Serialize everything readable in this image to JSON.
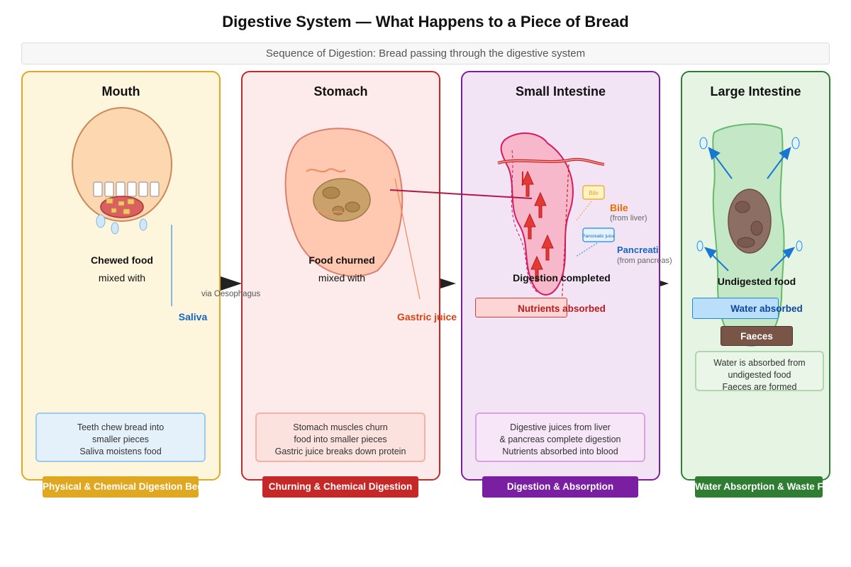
{
  "title": "Digestive System — What Happens to a Piece of Bread",
  "subtitle": "Sequence of Digestion: Bread passing through the digestive system",
  "connector_label": "via Oesophagus",
  "colors": {
    "mouth_border": "#e0a820",
    "stomach_border": "#c62828",
    "small_border": "#7b1fa2",
    "large_border": "#2e7d32",
    "saliva": "#1565c0",
    "gastric": "#d84315",
    "bile": "#ef6c00",
    "pancreatic": "#1565c0"
  },
  "mouth": {
    "title": "Mouth",
    "label_line1": "Chewed food",
    "label_line2": "mixed with",
    "juice": "Saliva",
    "desc": [
      "Teeth chew bread into",
      "smaller pieces",
      "Saliva moistens food"
    ],
    "badge": "Physical & Chemical Digestion Begins"
  },
  "stomach": {
    "title": "Stomach",
    "label_line1": "Food churned",
    "label_line2": "mixed with",
    "juice": "Gastric juice",
    "desc": [
      "Stomach muscles churn",
      "food into smaller pieces",
      "Gastric juice breaks down protein"
    ],
    "badge": "Churning & Chemical Digestion"
  },
  "small_intestine": {
    "title": "Small Intestine",
    "bile_tag": "Bile",
    "pancreatic_tag": "Pancreatic juice",
    "bile_label": "Bile",
    "bile_source": "(from liver)",
    "pancreatic_label": "Pancreatic juice",
    "pancreatic_source": "(from pancreas)",
    "status": "Digestion completed",
    "nutrients_box": "Nutrients absorbed",
    "desc": [
      "Digestive juices from liver",
      "& pancreas complete digestion",
      "Nutrients absorbed into blood"
    ],
    "badge": "Digestion & Absorption"
  },
  "large_intestine": {
    "title": "Large Intestine",
    "label": "Undigested food",
    "water_box": "Water absorbed",
    "faeces_box": "Faeces",
    "desc": [
      "Water is absorbed from",
      "undigested food",
      "Faeces are formed"
    ],
    "badge": "Water Absorption & Waste Formation"
  }
}
